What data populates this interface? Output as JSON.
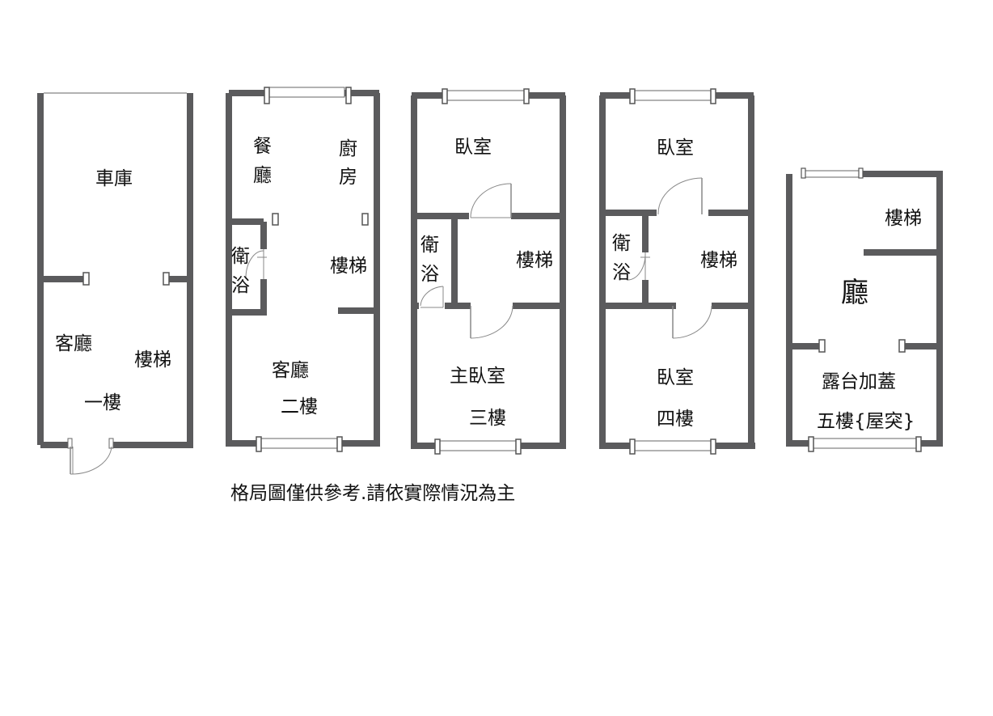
{
  "colors": {
    "wall": "#5b5b5d",
    "door": "#888888",
    "text": "#111111"
  },
  "floor1": {
    "garage": "車庫",
    "living": "客廳",
    "stairs": "樓梯",
    "floor_name": "一樓"
  },
  "floor2": {
    "dining": [
      "餐",
      "廳"
    ],
    "kitchen": [
      "廚",
      "房"
    ],
    "bath": [
      "衛",
      "浴"
    ],
    "stairs": "樓梯",
    "living": "客廳",
    "floor_name": "二樓"
  },
  "floor3": {
    "bedroom": "臥室",
    "bath": [
      "衛",
      "浴"
    ],
    "stairs": "樓梯",
    "master": "主臥室",
    "floor_name": "三樓"
  },
  "floor4": {
    "bedroom_top": "臥室",
    "bath": [
      "衛",
      "浴"
    ],
    "stairs": "樓梯",
    "bedroom_bottom": "臥室",
    "floor_name": "四樓"
  },
  "floor5": {
    "stairs": "樓梯",
    "hall": "廳",
    "terrace": "露台加蓋",
    "floor_name": "五樓{屋突}"
  },
  "disclaimer": "格局圖僅供參考.請依實際情況為主"
}
